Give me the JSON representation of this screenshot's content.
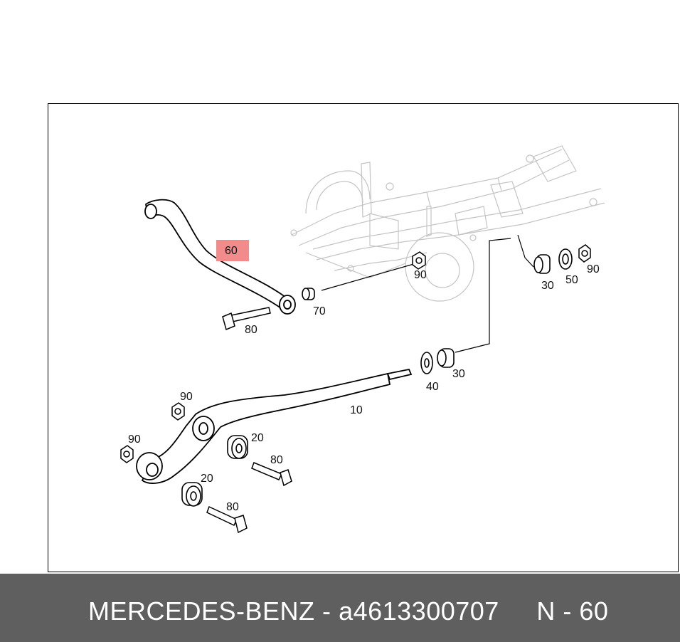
{
  "diagram": {
    "highlight_label": "60",
    "highlight_color": "#f28b8b",
    "labels": {
      "l60": "60",
      "l70": "70",
      "l80_top": "80",
      "l90_top": "90",
      "l30_right": "30",
      "l50": "50",
      "l90_right": "90",
      "l40": "40",
      "l30_mid": "30",
      "l10": "10",
      "l90_left_top": "90",
      "l90_left": "90",
      "l20_top": "20",
      "l80_mid": "80",
      "l20_bottom": "20",
      "l80_bottom": "80"
    }
  },
  "footer": {
    "brand": "MERCEDES-BENZ",
    "separator": "-",
    "part_number": "a4613300707",
    "item": "N - 60",
    "background_color": "#5f5f5f"
  }
}
